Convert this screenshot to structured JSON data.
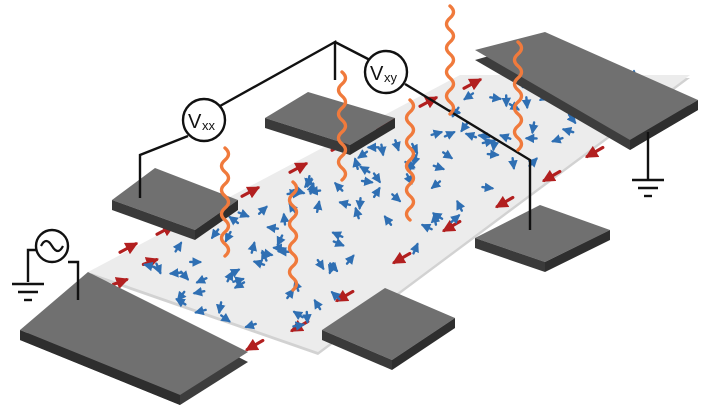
{
  "meters": {
    "vxx": {
      "symbol": "V",
      "subscript": "xx"
    },
    "vxy": {
      "symbol": "V",
      "subscript": "xy"
    }
  },
  "colors": {
    "background": "#ffffff",
    "channel": "#ededed",
    "channel_edge": "#d6d6d6",
    "contact_top": "#6e6e6e",
    "contact_side": "#3f3f3f",
    "wire": "#111111",
    "edge_arrow": "#b21f1f",
    "bulk_arrow": "#2f6fb3",
    "light_wave": "#f07a3c"
  },
  "icons": [
    "ac-source-icon",
    "ground-icon"
  ]
}
